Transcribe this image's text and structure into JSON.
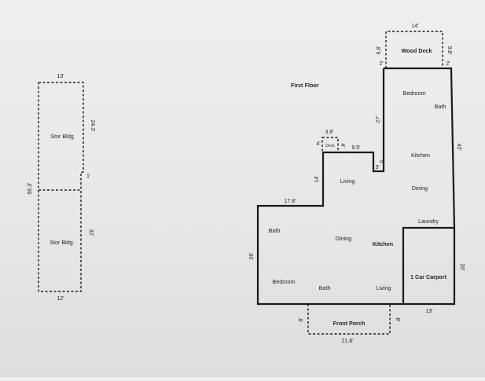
{
  "floor_title": "First Floor",
  "storage": {
    "room_top": "Stor Bldg",
    "room_bottom": "Stor Bldg",
    "dim_top": "13'",
    "dim_left": "56.3'",
    "dim_right_upper": "24.3'",
    "dim_notch": "1'",
    "dim_right_lower": "32'",
    "dim_bottom": "12'"
  },
  "house": {
    "rooms": {
      "wood_deck": "Wood Deck",
      "bedroom_upper": "Bedroom",
      "bath_upper": "Bath",
      "deck_small": "Deck",
      "kitchen_upper": "Kitchen",
      "living_upper": "Living",
      "dining_upper": "Dining",
      "laundry": "Laundry",
      "bath_left": "Bath",
      "dining_lower": "Dining",
      "kitchen_lower": "Kitchen",
      "bedroom_lower": "Bedroom",
      "bath_lower": "Bath",
      "living_lower": "Living",
      "carport": "1 Car Carport",
      "front_porch": "Front Porch"
    },
    "dims": {
      "deck_width": "14'",
      "deck_left": "9.8'",
      "deck_right": "9.8'",
      "deck_left_step": "2'",
      "deck_right_step": "2'",
      "upper_left_27": "27'",
      "right_42": "42'",
      "small_deck_width": "3.8'",
      "small_deck_left": "4'",
      "small_deck_right": "4'",
      "jog_95": "9.5'",
      "jog_5": "5'",
      "jog_3": "3'",
      "living_14": "14'",
      "left_178": "17.8'",
      "left_26": "26'",
      "carport_20": "20'",
      "carport_13": "13'",
      "porch_left": "8'",
      "porch_right": "8'",
      "porch_width": "21.8'"
    }
  }
}
